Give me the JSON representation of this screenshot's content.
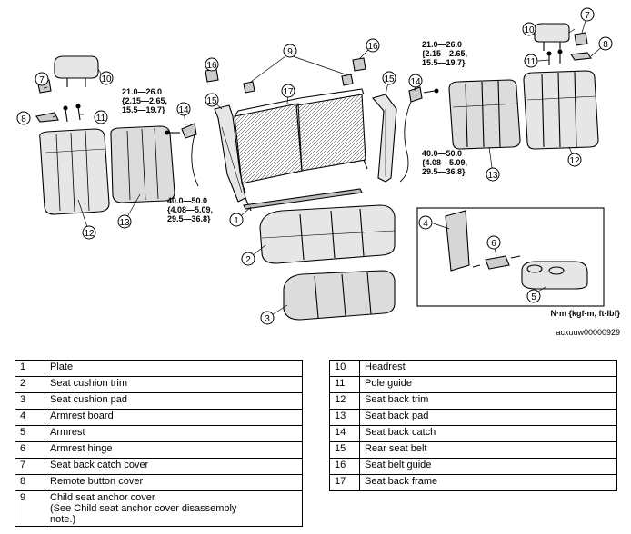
{
  "callouts": [
    {
      "num": "1",
      "label": "Plate"
    },
    {
      "num": "2",
      "label": "Seat cushion trim"
    },
    {
      "num": "3",
      "label": "Seat cushion pad"
    },
    {
      "num": "4",
      "label": "Armrest board"
    },
    {
      "num": "5",
      "label": "Armrest"
    },
    {
      "num": "6",
      "label": "Armrest hinge"
    },
    {
      "num": "7",
      "label": "Seat back catch cover"
    },
    {
      "num": "8",
      "label": "Remote button cover"
    },
    {
      "num": "9",
      "label_lines": [
        "Child seat anchor cover",
        "(See        Child seat anchor cover disassembly",
        "note.)"
      ]
    },
    {
      "num": "10",
      "label": "Headrest"
    },
    {
      "num": "11",
      "label": "Pole guide"
    },
    {
      "num": "12",
      "label": "Seat back trim"
    },
    {
      "num": "13",
      "label": "Seat back pad"
    },
    {
      "num": "14",
      "label": "Seat back catch"
    },
    {
      "num": "15",
      "label": "Rear seat belt"
    },
    {
      "num": "16",
      "label": "Seat belt guide"
    },
    {
      "num": "17",
      "label": "Seat back frame"
    }
  ],
  "torque_specs": [
    {
      "lines": [
        "21.0—26.0",
        "{2.15—2.65,",
        "15.5—19.7}"
      ]
    },
    {
      "lines": [
        "40.0—50.0",
        "{4.08—5.09,",
        "29.5—36.8}"
      ]
    },
    {
      "lines": [
        "21.0—26.0",
        "{2.15—2.65,",
        "15.5—19.7}"
      ]
    },
    {
      "lines": [
        "40.0—50.0",
        "{4.08—5.09,",
        "29.5—36.8}"
      ]
    }
  ],
  "unit_note": "N·m {kgf-m, ft-lbf}",
  "figure_id": "acxuuw00000929"
}
